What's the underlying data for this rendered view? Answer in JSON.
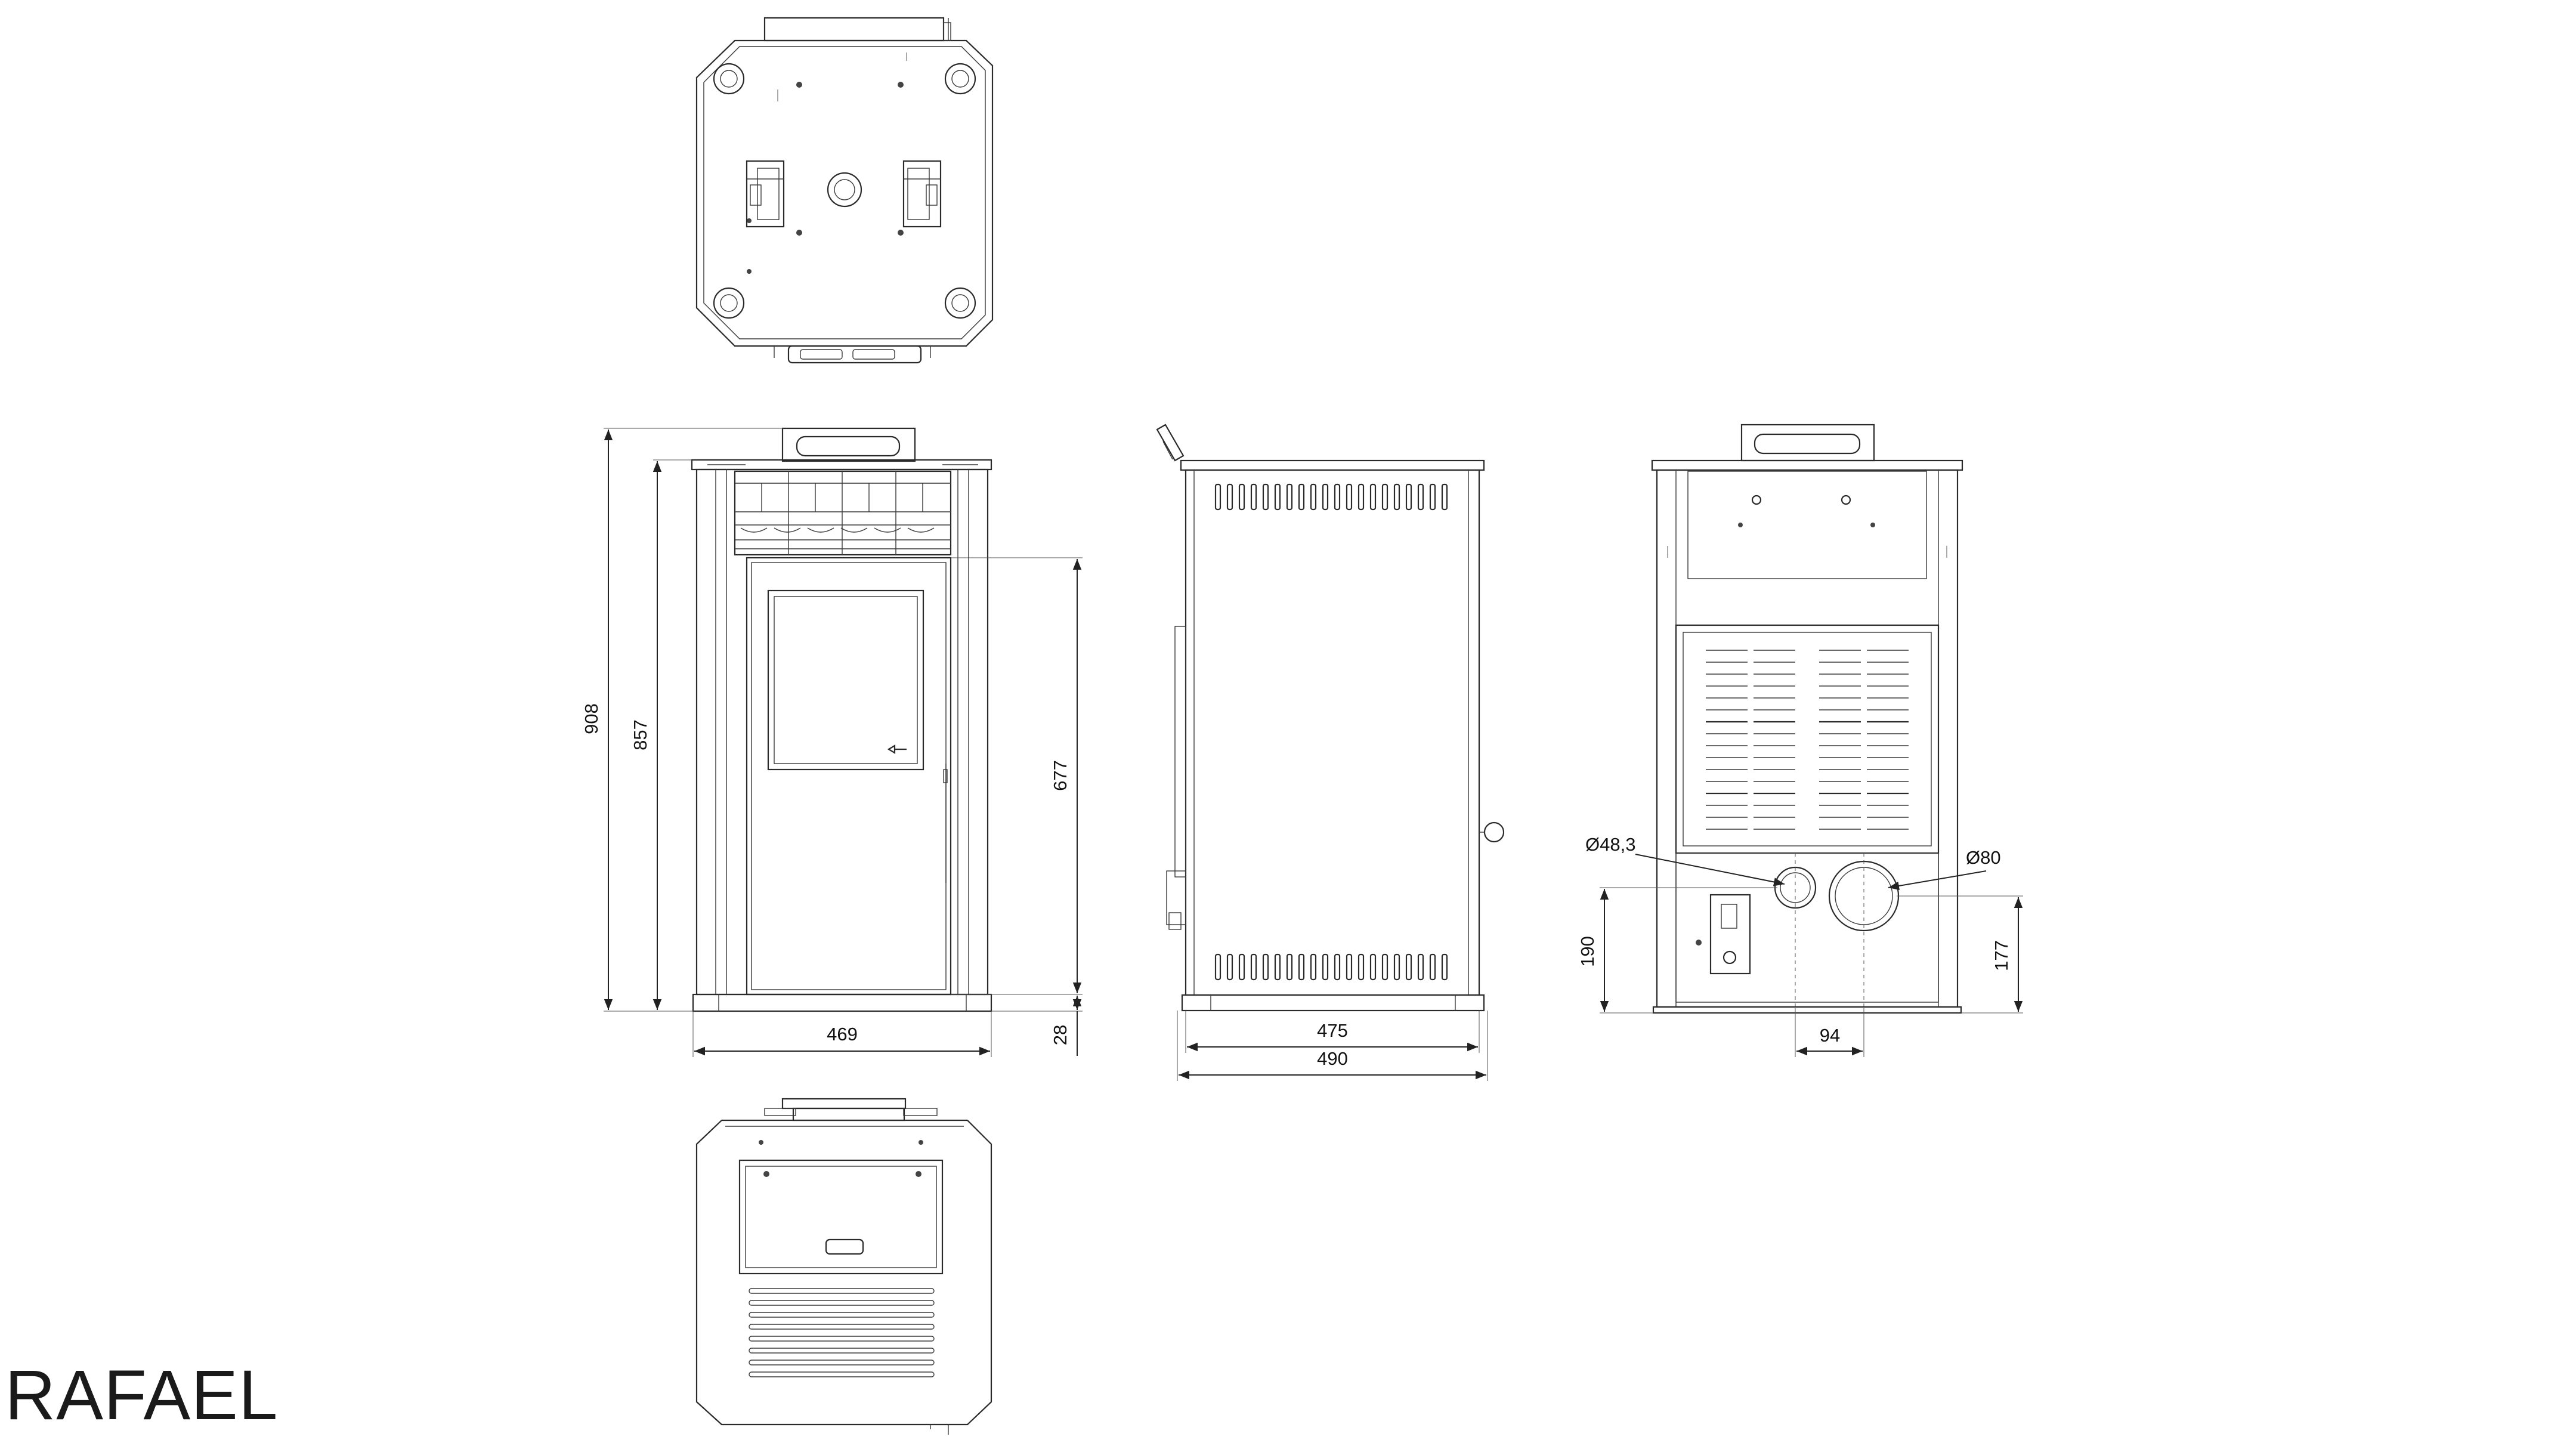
{
  "title": "RAFAEL",
  "dimensions": {
    "front_height_total": "908",
    "front_height_body": "857",
    "door_height": "677",
    "foot_height": "28",
    "front_width": "469",
    "side_depth_body": "475",
    "side_depth_total": "490",
    "rear_pipe_small": "Ø48,3",
    "rear_pipe_large": "Ø80",
    "rear_pipe_height_small": "190",
    "rear_pipe_height_large": "177",
    "rear_pipe_spacing": "94"
  }
}
